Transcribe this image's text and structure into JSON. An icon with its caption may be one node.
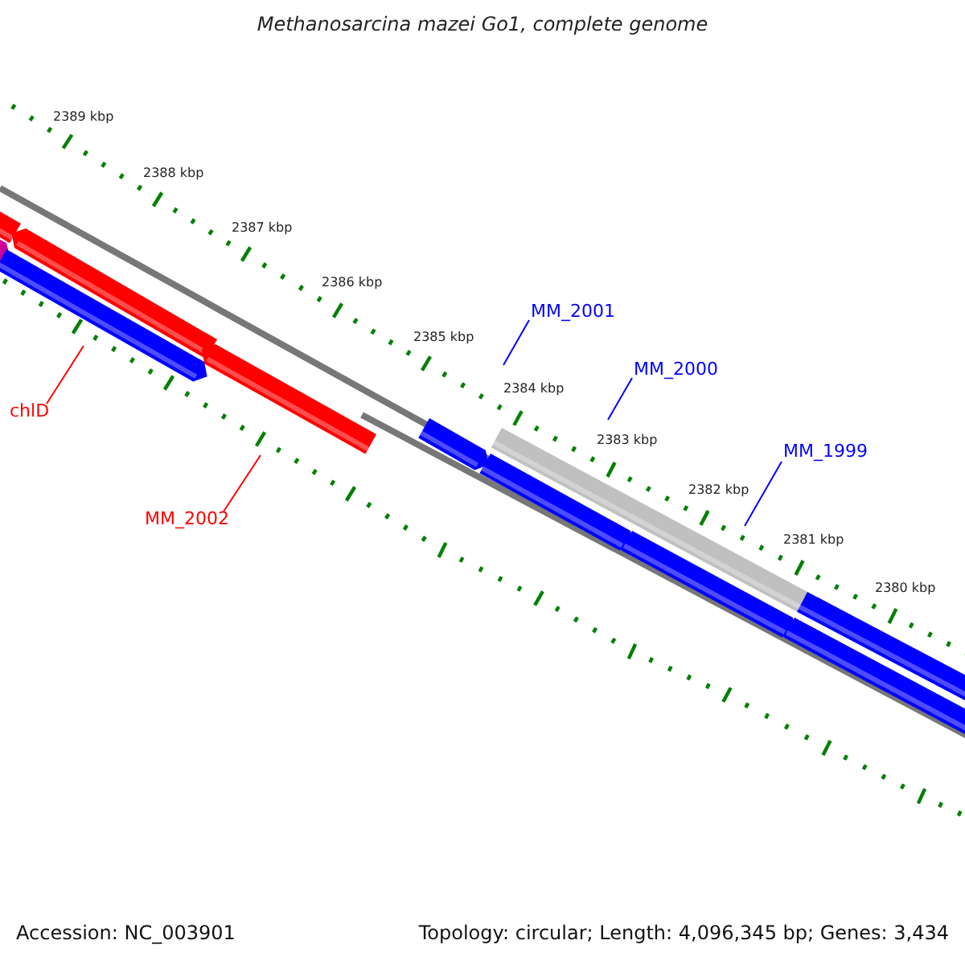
{
  "diagram": {
    "title": "Methanosarcina mazei Go1, complete genome",
    "nodes": [
      {
        "text": [
          "MM_2001"
        ]
      },
      {
        "text": [
          "MM_2000"
        ]
      },
      {
        "text": [
          "chlD"
        ]
      },
      {
        "text": [
          "MM_1999"
        ]
      },
      {
        "text": [
          "MM_2002"
        ]
      }
    ],
    "edges": [
      {
        "from": 0,
        "to": null,
        "arrow": "none",
        "color": "#0000ff"
      },
      {
        "from": 1,
        "to": null,
        "arrow": "none",
        "color": "#0000ff"
      },
      {
        "from": 2,
        "to": null,
        "arrow": "none",
        "color": "#ff0000"
      },
      {
        "from": 3,
        "to": null,
        "arrow": "none",
        "color": "#0000ff"
      },
      {
        "from": 4,
        "to": null,
        "arrow": "none",
        "color": "#ff0000"
      }
    ],
    "labels": [
      "2389 kbp",
      "2388 kbp",
      "2387 kbp",
      "2386 kbp",
      "2385 kbp",
      "2384 kbp",
      "2383 kbp",
      "2382 kbp",
      "2381 kbp",
      "2380 kbp",
      "Accession: NC_003901",
      "Topology: circular; Length: 4,096,345 bp; Genes: 3,434"
    ]
  }
}
